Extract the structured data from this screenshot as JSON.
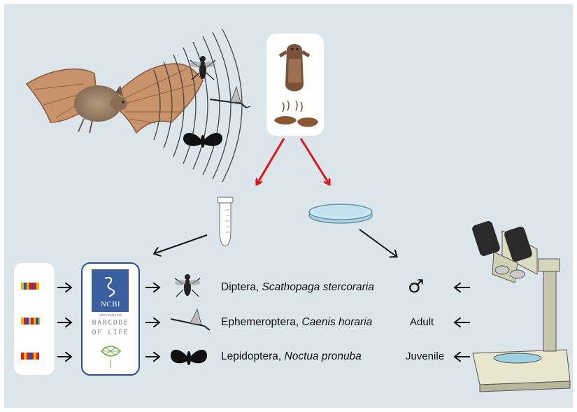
{
  "ncbi": {
    "logo_text": "NCBI"
  },
  "bol": {
    "small": "International",
    "line1": "BARCODE",
    "line2": "OF LIFE"
  },
  "rows": [
    {
      "order": "Diptera",
      "species": "Scathopaga stercoraria",
      "stage": "♂"
    },
    {
      "order": "Ephemeroptera",
      "species": "Caenis horaria",
      "stage": "Adult"
    },
    {
      "order": "Lepidoptera",
      "species": "Noctua pronuba",
      "stage": "Juvenile"
    }
  ],
  "colors": {
    "background": "#dbe5ea",
    "red_arrow": "#e3141b",
    "ncbi_blue": "#3a5fa0",
    "bat_wing": "#c8926a"
  },
  "icons": [
    "bat",
    "sound-waves",
    "fly",
    "mayfly",
    "moth",
    "bat-pellet",
    "tube",
    "petri-dish",
    "barcode",
    "microscope"
  ]
}
